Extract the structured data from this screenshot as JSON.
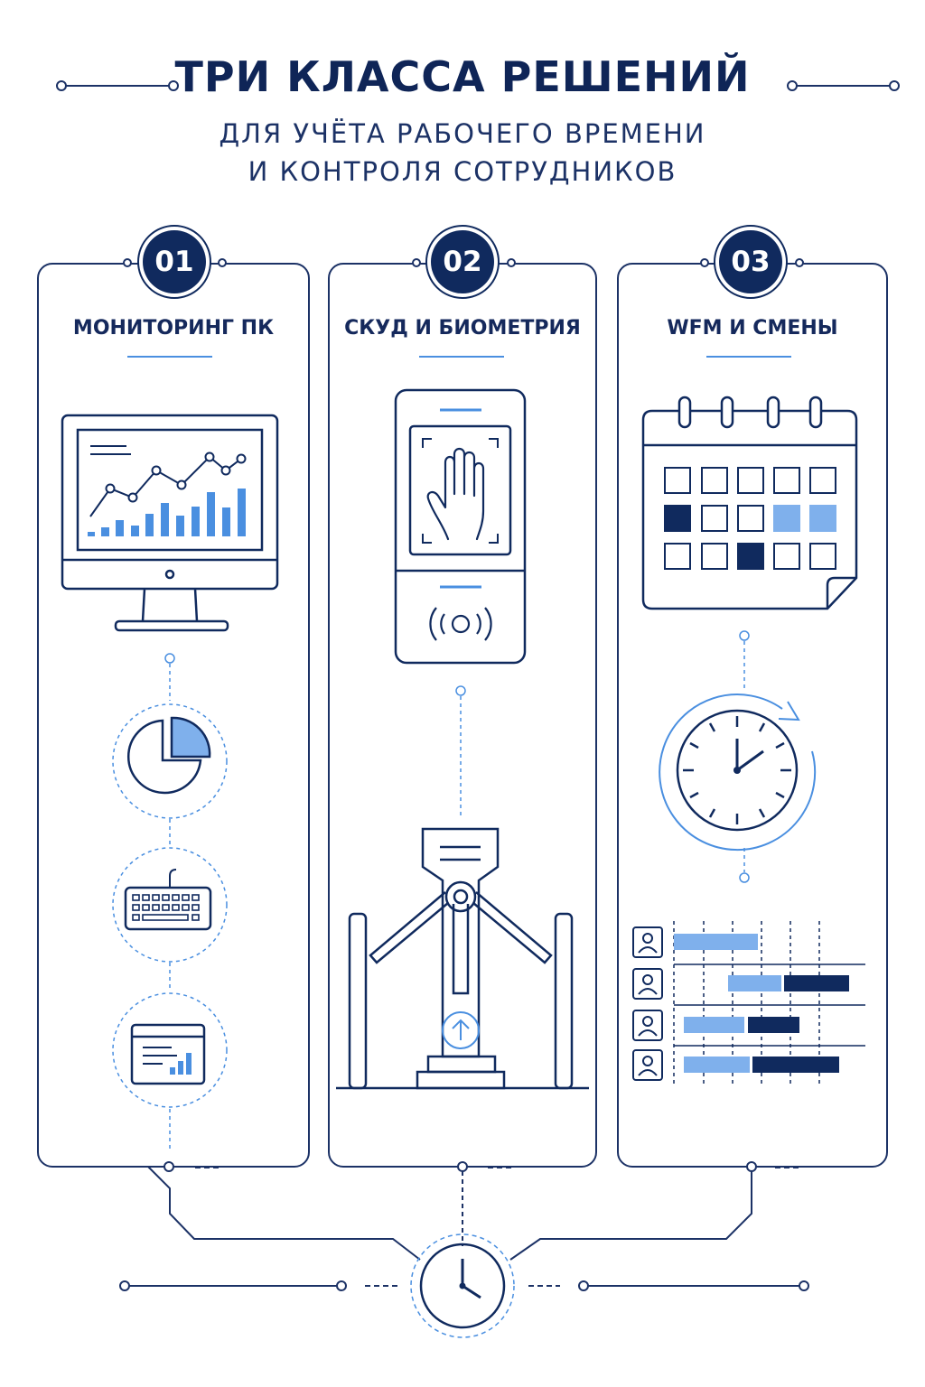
{
  "header": {
    "title": "ТРИ КЛАССА РЕШЕНИЙ",
    "subtitle_line1": "ДЛЯ УЧЁТА РАБОЧЕГО ВРЕМЕНИ",
    "subtitle_line2": "И КОНТРОЛЯ СОТРУДНИКОВ"
  },
  "columns": [
    {
      "number": "01",
      "title": "МОНИТОРИНГ ПК",
      "icons": [
        "monitor-analytics-icon",
        "pie-chart-icon",
        "keyboard-icon",
        "window-report-icon"
      ]
    },
    {
      "number": "02",
      "title": "СКУД И БИОМЕТРИЯ",
      "icons": [
        "biometric-terminal-icon",
        "palm-scan-icon",
        "rfid-reader-icon",
        "turnstile-icon",
        "arrow-up-icon"
      ]
    },
    {
      "number": "03",
      "title": "WFM И СМЕНЫ",
      "icons": [
        "calendar-icon",
        "clock-refresh-icon",
        "shift-schedule-icon",
        "person-icon"
      ]
    }
  ],
  "footer": {
    "icons": [
      "clock-icon"
    ]
  },
  "colors": {
    "navy": "#102a5e",
    "accent": "#4a8fe0",
    "light_accent": "#7fb0ec",
    "line": "#1c3266"
  }
}
